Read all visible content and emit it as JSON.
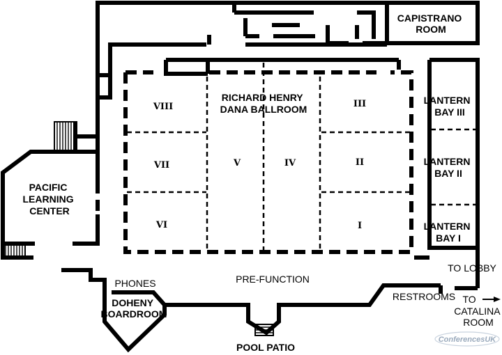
{
  "rooms": {
    "capistrano": [
      "CAPISTRANO",
      "ROOM"
    ],
    "ballroom": [
      "RICHARD HENRY",
      "DANA BALLROOM"
    ],
    "lantern_3": [
      "LANTERN",
      "BAY III"
    ],
    "lantern_2": [
      "LANTERN",
      "BAY II"
    ],
    "lantern_1": [
      "LANTERN",
      "BAY I"
    ],
    "pacific": [
      "PACIFIC",
      "LEARNING",
      "CENTER"
    ],
    "doheny": [
      "DOHENY",
      "BOARDROOM"
    ],
    "pool_patio": "POOL PATIO"
  },
  "sections": {
    "viii": "VIII",
    "vii": "VII",
    "vi": "VI",
    "v": "V",
    "iv": "IV",
    "iii": "III",
    "ii": "II",
    "i": "I"
  },
  "areas": {
    "prefunction": "PRE-FUNCTION",
    "phones": "PHONES",
    "restrooms": "RESTROOMS",
    "to_lobby": "TO LOBBY",
    "to_catalina": [
      "TO",
      "CATALINA",
      "ROOM"
    ]
  },
  "watermark": "ConferencesUK"
}
